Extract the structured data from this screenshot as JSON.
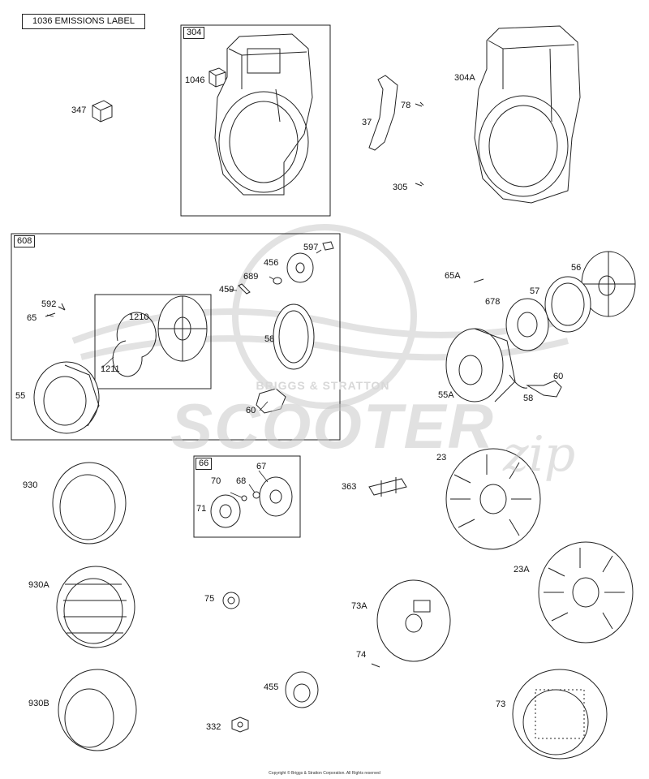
{
  "emissions_label": "1036 EMISSIONS LABEL",
  "group_tags": {
    "g304": "304",
    "g608": "608",
    "g66": "66"
  },
  "parts": {
    "p347": "347",
    "p1046": "1046",
    "p37": "37",
    "p78": "78",
    "p305": "305",
    "p304a": "304A",
    "p597": "597",
    "p456": "456",
    "p689": "689",
    "p459": "459",
    "p592": "592",
    "p65": "65",
    "p1210": "1210",
    "p1211": "1211",
    "p58a": "58",
    "p55": "55",
    "p60a": "60",
    "p65a": "65A",
    "p56": "56",
    "p57": "57",
    "p678": "678",
    "p60b": "60",
    "p55a": "55A",
    "p58b": "58",
    "p930": "930",
    "p70": "70",
    "p68": "68",
    "p67": "67",
    "p71": "71",
    "p363": "363",
    "p23": "23",
    "p930a": "930A",
    "p75": "75",
    "p73a": "73A",
    "p23a": "23A",
    "p74": "74",
    "p455": "455",
    "p930b": "930B",
    "p73": "73",
    "p332": "332"
  },
  "watermark": {
    "brand": "BRIGGS & STRATTON",
    "text": "SCOOTER",
    "script": "zip"
  },
  "copyright": "Copyright © Briggs & Stratton Corporation. All Rights reserved"
}
